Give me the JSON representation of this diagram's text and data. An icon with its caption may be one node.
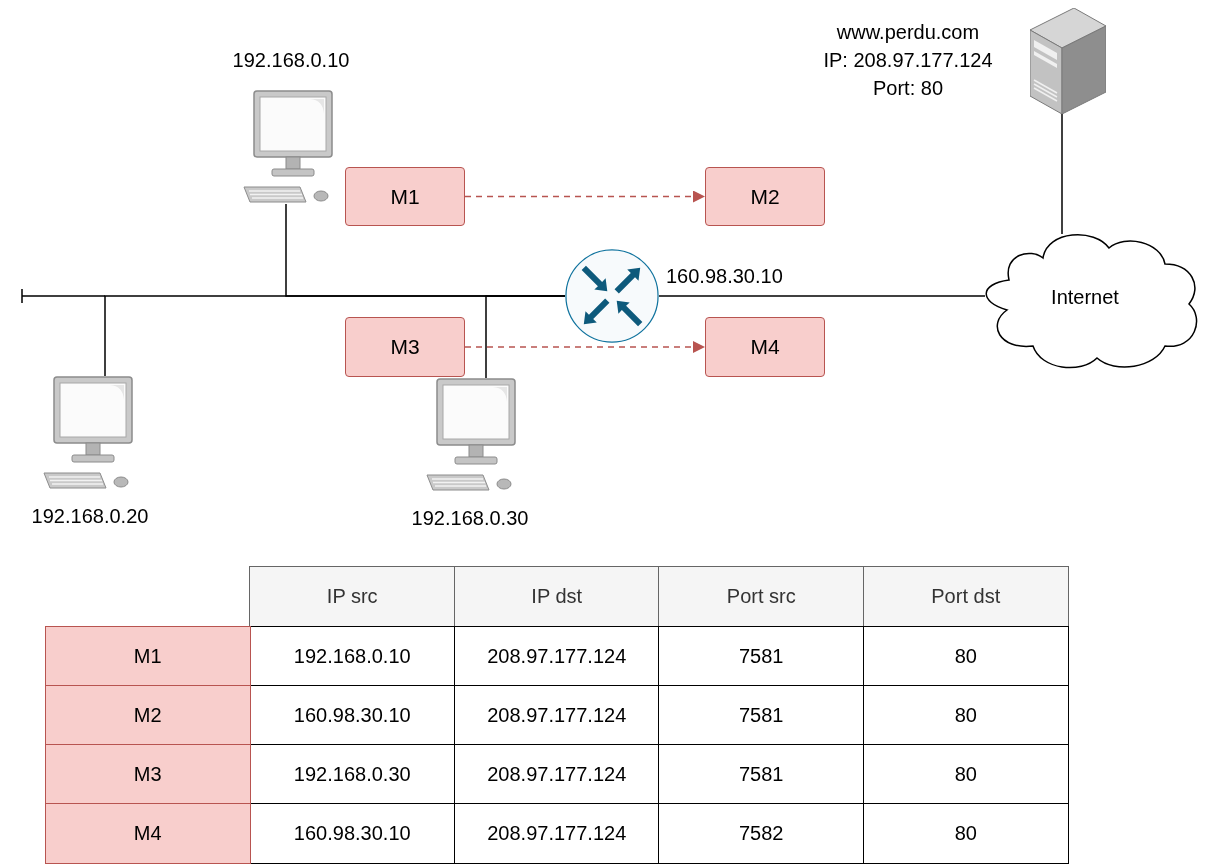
{
  "diagram": {
    "nodes": [
      {
        "text": [
          "192.168.0.10"
        ]
      },
      {
        "text": [
          "www.perdu.com",
          "IP: 208.97.177.124",
          "Port: 80"
        ]
      },
      {
        "text": [
          "M1"
        ]
      },
      {
        "text": [
          "M2"
        ]
      },
      {
        "text": [],
        "shape": "circle",
        "beside": [
          "160.98.30.10"
        ]
      },
      {
        "text": [
          "Internet"
        ]
      },
      {
        "text": [
          "M3"
        ]
      },
      {
        "text": [
          "M4"
        ]
      },
      {
        "text": [
          "192.168.0.20"
        ]
      },
      {
        "text": [
          "192.168.0.30"
        ]
      }
    ],
    "edges": [
      {
        "from": 0,
        "to": 4,
        "arrow": "none"
      },
      {
        "from": 8,
        "to": 4,
        "arrow": "none"
      },
      {
        "from": 9,
        "to": 4,
        "arrow": "none"
      },
      {
        "from": 4,
        "to": 5,
        "arrow": "none"
      },
      {
        "from": 1,
        "to": 5,
        "arrow": "none"
      },
      {
        "from": 2,
        "to": 3,
        "arrow": "to",
        "style": "dashed",
        "color": "#b85450"
      },
      {
        "from": 6,
        "to": 7,
        "arrow": "to",
        "style": "dashed",
        "color": "#b85450"
      }
    ],
    "labels": [
      "IP src",
      "IP dst",
      "Port src",
      "Port dst",
      "M1",
      "192.168.0.10",
      "208.97.177.124",
      "7581",
      "80",
      "M2",
      "160.98.30.10",
      "208.97.177.124",
      "7581",
      "80",
      "M3",
      "192.168.0.30",
      "208.97.177.124",
      "7581",
      "80",
      "M4",
      "160.98.30.10",
      "208.97.177.124",
      "7582",
      "80"
    ]
  }
}
